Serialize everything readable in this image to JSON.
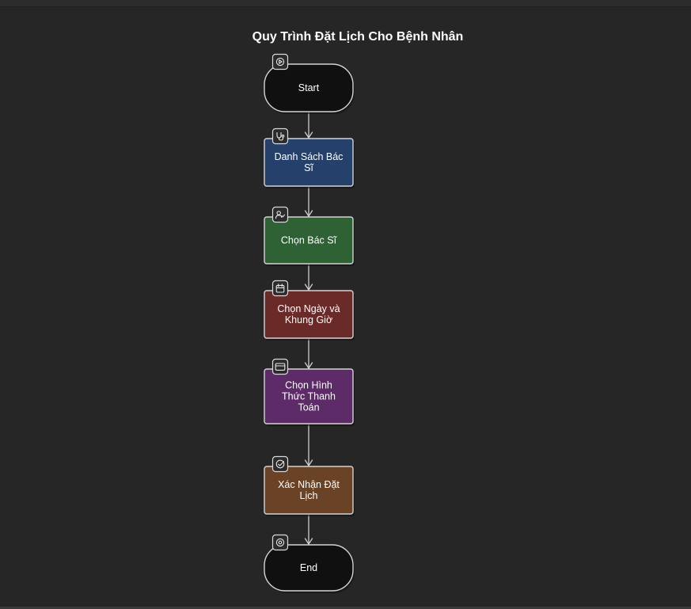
{
  "diagram": {
    "title": "Quy Trình Đặt Lịch Cho Bệnh Nhân",
    "nodes": [
      {
        "id": "start",
        "lines": [
          "Start"
        ],
        "shape": "terminal",
        "color": "#101010",
        "icon": "play-icon"
      },
      {
        "id": "doctor-list",
        "lines": [
          "Danh Sách Bác",
          "Sĩ"
        ],
        "shape": "process",
        "color": "#25406a",
        "icon": "stethoscope-icon"
      },
      {
        "id": "choose-doctor",
        "lines": [
          "Chọn Bác Sĩ"
        ],
        "shape": "process",
        "color": "#2e6234",
        "icon": "user-check-icon"
      },
      {
        "id": "choose-time",
        "lines": [
          "Chọn Ngày và",
          "Khung Giờ"
        ],
        "shape": "process",
        "color": "#6a2a27",
        "icon": "calendar-icon"
      },
      {
        "id": "choose-payment",
        "lines": [
          "Chọn Hình",
          "Thức Thanh",
          "Toán"
        ],
        "shape": "process",
        "color": "#5c2b68",
        "icon": "credit-card-icon"
      },
      {
        "id": "confirm",
        "lines": [
          "Xác Nhận Đặt",
          "Lịch"
        ],
        "shape": "process",
        "color": "#6a4226",
        "icon": "check-circle-icon"
      },
      {
        "id": "end",
        "lines": [
          "End"
        ],
        "shape": "terminal",
        "color": "#101010",
        "icon": "stop-circle-icon"
      }
    ],
    "edges": [
      [
        "start",
        "doctor-list"
      ],
      [
        "doctor-list",
        "choose-doctor"
      ],
      [
        "choose-doctor",
        "choose-time"
      ],
      [
        "choose-time",
        "choose-payment"
      ],
      [
        "choose-payment",
        "confirm"
      ],
      [
        "confirm",
        "end"
      ]
    ]
  }
}
